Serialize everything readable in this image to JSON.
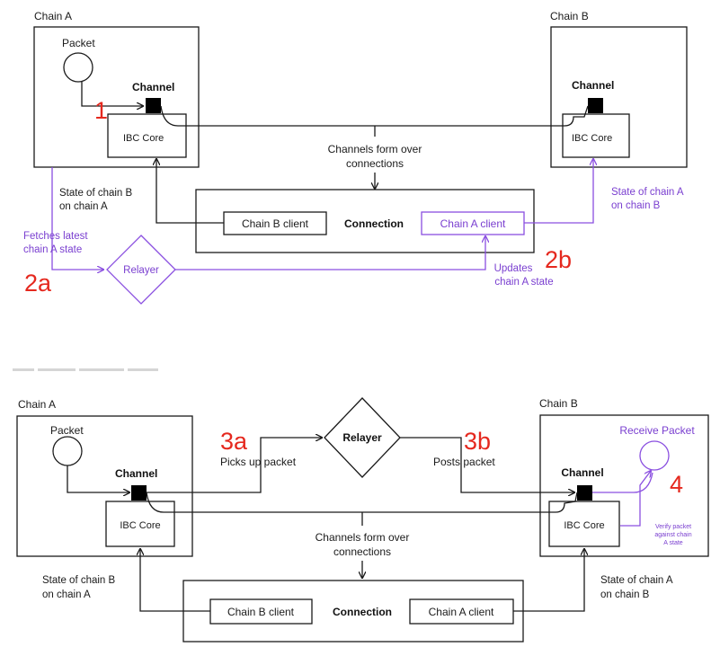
{
  "top": {
    "chain_a": "Chain A",
    "chain_b": "Chain B",
    "packet": "Packet",
    "channel_a": "Channel",
    "channel_b": "Channel",
    "ibc_core_a": "IBC Core",
    "ibc_core_b": "IBC Core",
    "channels_form": [
      "Channels form over",
      "connections"
    ],
    "chain_b_client": "Chain B client",
    "connection": "Connection",
    "chain_a_client": "Chain A client",
    "state_b_on_a": [
      "State of chain B",
      "on chain A"
    ],
    "state_a_on_b": [
      "State of chain A",
      "on chain B"
    ],
    "fetches": [
      "Fetches latest",
      "chain A state"
    ],
    "relayer": "Relayer",
    "updates": [
      "Updates",
      "chain A state"
    ],
    "step_1": "1",
    "step_2a": "2a",
    "step_2b": "2b"
  },
  "bottom": {
    "chain_a": "Chain A",
    "chain_b": "Chain B",
    "packet": "Packet",
    "channel_a": "Channel",
    "channel_b": "Channel",
    "ibc_core_a": "IBC Core",
    "ibc_core_b": "IBC Core",
    "relayer": "Relayer",
    "picks_up": "Picks up packet",
    "posts": "Posts packet",
    "receive_packet": "Receive Packet",
    "verify": [
      "Verify packet",
      "against chain",
      "A state"
    ],
    "channels_form": [
      "Channels form over",
      "connections"
    ],
    "chain_b_client": "Chain B client",
    "connection": "Connection",
    "chain_a_client": "Chain A client",
    "state_b_on_a": [
      "State of chain B",
      "on chain A"
    ],
    "state_a_on_b": [
      "State of chain A",
      "on chain B"
    ],
    "step_3a": "3a",
    "step_3b": "3b",
    "step_4": "4"
  },
  "colors": {
    "accent": "#8a4fe0",
    "step": "#e5281e",
    "ink": "#1a1a1a"
  }
}
